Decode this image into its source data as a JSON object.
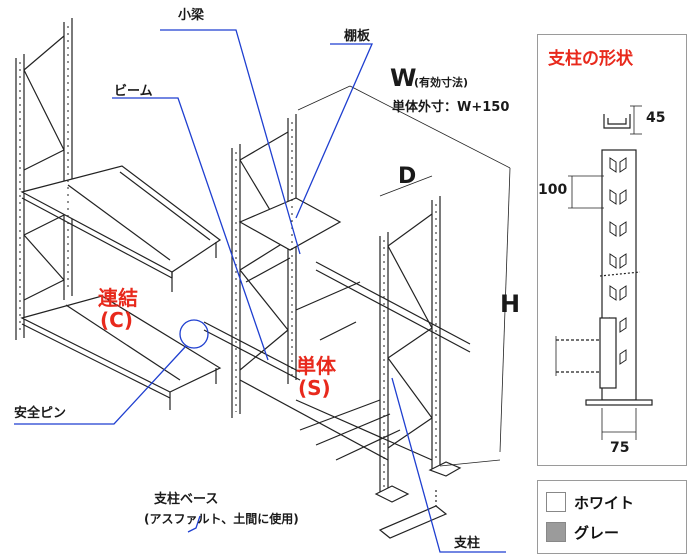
{
  "labels": {
    "koubari": "小梁",
    "tanaita": "棚板",
    "beam": "ビーム",
    "w": "W",
    "w_note": "(有効寸法)",
    "w_outer": "単体外寸：W+150",
    "d": "D",
    "h": "H",
    "renketsu": "連結",
    "renketsu_code": "(C)",
    "tantai": "単体",
    "tantai_code": "(S)",
    "anzen_pin": "安全ピン",
    "base": "支柱ベース",
    "base_note": "(アスファルト、土間に使用)",
    "post": "支柱"
  },
  "detail": {
    "title": "支柱の形状",
    "dim_45": "45",
    "dim_100": "100",
    "dim_75": "75"
  },
  "legend": {
    "items": [
      {
        "label": "ホワイト",
        "color": "#ffffff"
      },
      {
        "label": "グレー",
        "color": "#9b9b9b"
      }
    ]
  },
  "colors": {
    "accent_red": "#e8291c",
    "leader_blue": "#1f3fd0"
  }
}
